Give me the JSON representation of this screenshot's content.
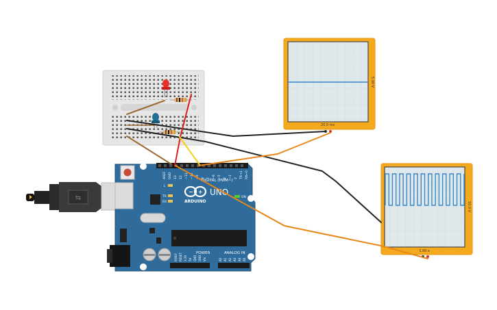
{
  "canvas": {
    "background": "#ffffff"
  },
  "colors": {
    "board": "#2f6c9b",
    "board_dark": "#1f4f74",
    "breadboard": "#e6e6e6",
    "scope_frame": "#f5a91d",
    "scope_screen": "#dfe9ec",
    "trace": "#3a86c8",
    "wire_orange": "#e8861a",
    "wire_black": "#222222",
    "wire_red": "#e01d1d",
    "wire_yellow": "#f0d21a",
    "wire_brown": "#9a6a32"
  },
  "arduino": {
    "brand": "ARDUINO",
    "model": "UNO",
    "digital_label": "DIGITAL (PWM~)",
    "power_label": "POWER",
    "analog_label": "ANALOG IN",
    "led_on": "ON",
    "led_tx": "TX",
    "led_rx": "RX",
    "led_l": "L",
    "aref": "AREF",
    "gnd": "GND",
    "pin_numbers": [
      "13",
      "12",
      "~11",
      "~10",
      "~9",
      "8",
      "7",
      "~6",
      "~5",
      "4",
      "~3",
      "2",
      "TX→1",
      "RX←0"
    ],
    "power_pins": [
      "IOREF",
      "RESET",
      "3.3V",
      "5V",
      "GND",
      "GND",
      "Vin"
    ],
    "analog_pins": [
      "A0",
      "A1",
      "A2",
      "A3",
      "A4",
      "A5"
    ]
  },
  "components": {
    "led_red": "red-led",
    "led_blue": "blue-led",
    "resistor_1": "resistor",
    "resistor_2": "resistor",
    "usb": "usb-cable"
  },
  "oscilloscope_1": {
    "time_label": "20.0 ms",
    "volt_label": "5.00 V",
    "trace_type": "flat"
  },
  "oscilloscope_2": {
    "time_label": "1.00 s",
    "volt_label": "10.0 V",
    "trace_type": "square",
    "cycles": 11
  }
}
